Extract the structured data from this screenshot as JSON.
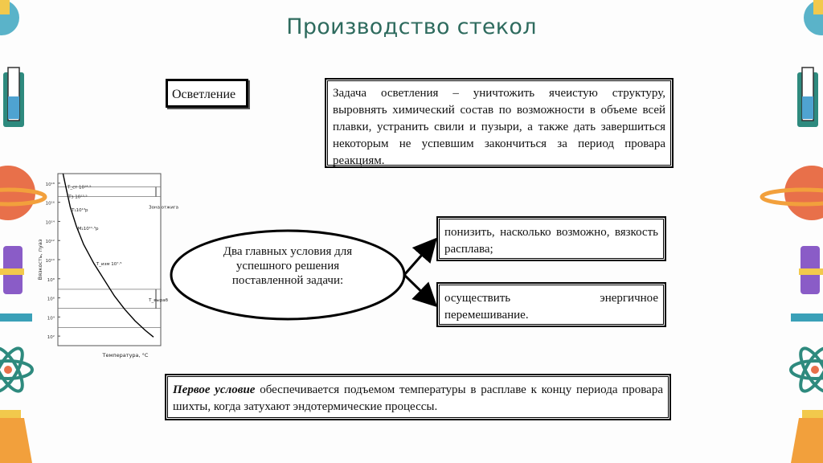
{
  "title": "Производство стекол",
  "label": "Осветление",
  "task_text": "Задача осветления – уничтожить ячеистую структуру, выровнять химический состав по возможности в объеме всей плавки, устранить свили и пузыри, а также дать завершиться некоторым не успевшим закончиться за период провара реакциям.",
  "oval_text": "Два главных условия для успешного решения поставленной задачи:",
  "condition_1": "понизить, насколько возможно, вязкость расплава;",
  "condition_2": "осуществить энергичное перемешивание.",
  "first_condition": {
    "lead": "Первое условие",
    "rest": " обеспечивается подъемом температуры в расплаве к концу периода провара шихты, когда затухают эндотермические процессы."
  },
  "chart_data": {
    "type": "line",
    "title": "",
    "xlabel": "Температура, °C",
    "ylabel": "Вязкость, пуаз",
    "y_tick_labels": [
      "10¹⁸",
      "10¹⁶",
      "10¹⁴",
      "10¹²",
      "10¹⁰",
      "10⁸",
      "10⁶",
      "10⁴",
      "10²"
    ],
    "y_ticks": [
      18,
      16,
      14,
      12,
      10,
      8,
      6,
      4,
      2
    ],
    "ylim": [
      1,
      19
    ],
    "xlim": [
      0,
      100
    ],
    "series": [
      {
        "x": [
          5,
          8,
          12,
          18,
          25,
          35,
          45,
          55,
          65,
          75,
          85,
          93
        ],
        "y": [
          19.5,
          17.5,
          15.5,
          13.5,
          11.6,
          9.6,
          7.9,
          6.2,
          4.8,
          3.6,
          2.6,
          1.9
        ]
      }
    ],
    "hlines": [
      17.6,
      16.6,
      6.9,
      4.9,
      2.9
    ],
    "annotations": [
      {
        "text": "T_ст 10¹⁴·⁵",
        "y": 17.6,
        "x": 7
      },
      {
        "text": "Tз 10¹³·⁵",
        "y": 16.6,
        "x": 8
      },
      {
        "text": "T₁10¹³р",
        "y": 15.2,
        "x": 11
      },
      {
        "text": "M₂10¹¹·⁵р",
        "y": 13.3,
        "x": 17
      },
      {
        "text": "T_изм 10⁷·⁵",
        "y": 9.6,
        "x": 35
      },
      {
        "text": "Зона отжига",
        "y": 15.5,
        "x": 86
      },
      {
        "text": "T_выраб",
        "y": 5.8,
        "x": 86
      }
    ]
  }
}
